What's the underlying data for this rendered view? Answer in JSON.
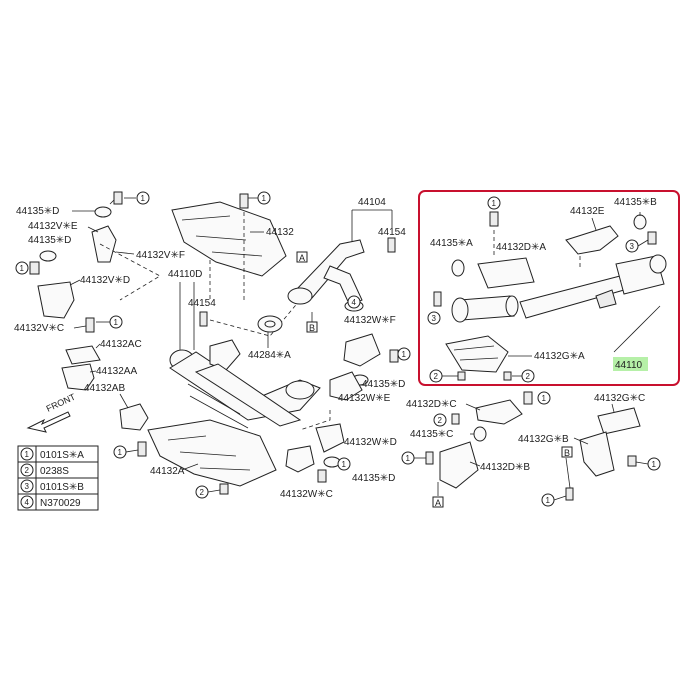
{
  "labels": {
    "l44135D_top": "44135✳D",
    "l44132VE": "44132V✳E",
    "l44135D_2": "44135✳D",
    "l44132VF": "44132V✳F",
    "l44132VD": "44132V✳D",
    "l44132VC": "44132V✳C",
    "l44132": "44132",
    "l44110D": "44110D",
    "l44154a": "44154",
    "l44132AC": "44132AC",
    "l44132AA": "44132AA",
    "l44132AB": "44132AB",
    "l44132A": "44132A",
    "l44284A": "44284✳A",
    "l44104": "44104",
    "l44154b": "44154",
    "l44132WF": "44132W✳F",
    "l44135D_3": "44135✳D",
    "l44132WE": "44132W✳E",
    "l44132WD": "44132W✳D",
    "l44135D_4": "44135✳D",
    "l44132WC": "44132W✳C",
    "l44132E": "44132E",
    "l44135B": "44135✳B",
    "l44135A": "44135✳A",
    "l44132DA": "44132D✳A",
    "l44132GA": "44132G✳A",
    "l44110": "44110",
    "l44132DC": "44132D✳C",
    "l44132GC": "44132G✳C",
    "l44135C": "44135✳C",
    "l44132GB": "44132G✳B",
    "l44132DB": "44132D✳B",
    "front": "FRONT",
    "refA1": "A",
    "refB1": "B",
    "refA2": "A",
    "refB2": "B"
  },
  "callouts": {
    "c1": "1",
    "c2": "2",
    "c3": "3",
    "c4": "4"
  },
  "legend": [
    {
      "num": "1",
      "code": "0101S✳A"
    },
    {
      "num": "2",
      "code": "0238S"
    },
    {
      "num": "3",
      "code": "0101S✳B"
    },
    {
      "num": "4",
      "code": "N370029"
    }
  ],
  "colors": {
    "highlight_box": "#c8102e",
    "label_highlight": "#b6f0a8",
    "line": "#222222"
  }
}
